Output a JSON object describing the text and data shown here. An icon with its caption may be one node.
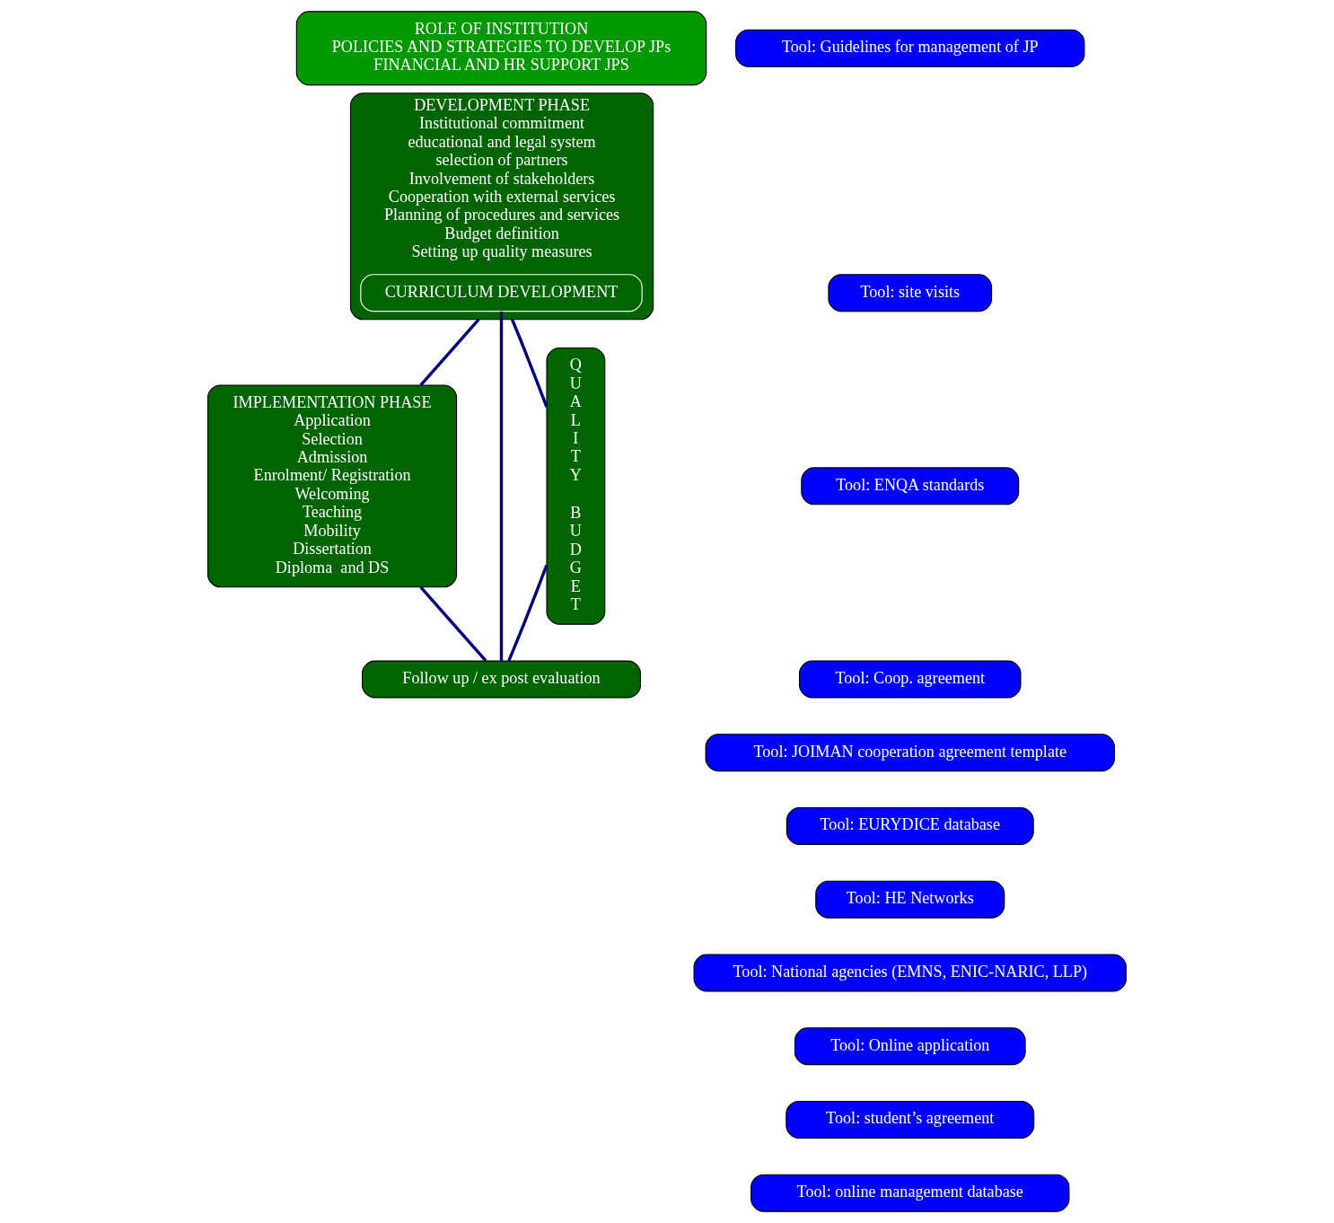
{
  "diagram": {
    "nodes": [
      {
        "text": [
          "ROLE OF INSTITUTION",
          "POLICIES AND STRATEGIES TO DEVELOP JPs",
          "FINANCIAL AND HR SUPPORT JPS"
        ]
      },
      {
        "text": [
          "DEVELOPMENT PHASE",
          "Institutional commitment",
          "educational and legal system",
          "selection of partners",
          "Involvement of stakeholders",
          "Cooperation with external services",
          "Planning of procedures and services",
          "Budget definition",
          "Setting up quality measures"
        ]
      },
      {
        "text": [
          "CURRICULUM DEVELOPMENT"
        ],
        "in": 1
      },
      {
        "text": [
          "IMPLEMENTATION PHASE",
          "Application",
          "Selection",
          "Admission",
          "Enrolment/ Registration",
          "Welcoming",
          "Teaching",
          "Mobility",
          "Dissertation",
          "Diploma  and DS"
        ]
      },
      {
        "text": [
          "Follow up / ex post evaluation"
        ]
      },
      {
        "text": [
          "QUALITY",
          "BUDGET"
        ]
      },
      {
        "text": [
          "Tool: Guidelines for management of JP"
        ]
      },
      {
        "text": [
          "Tool: site visits"
        ]
      },
      {
        "text": [
          "Tool: ENQA standards"
        ]
      },
      {
        "text": [
          "Tool: Coop. agreement"
        ]
      },
      {
        "text": [
          "Tool: JOIMAN cooperation agreement template"
        ]
      },
      {
        "text": [
          "Tool: EURYDICE database"
        ]
      },
      {
        "text": [
          "Tool: HE Networks"
        ]
      },
      {
        "text": [
          "Tool: National agencies (EMNS, ENIC-NARIC, LLP)"
        ]
      },
      {
        "text": [
          "Tool: Online application"
        ]
      },
      {
        "text": [
          "Tool: student’s agreement"
        ]
      },
      {
        "text": [
          "Tool: online management database"
        ]
      }
    ],
    "edges": [
      {
        "from": 2,
        "to": 4,
        "arrow": "none"
      },
      {
        "from": 1,
        "to": 3,
        "arrow": "none"
      },
      {
        "from": 3,
        "to": 4,
        "arrow": "none"
      },
      {
        "from": 1,
        "to": 5,
        "arrow": "none"
      },
      {
        "from": 5,
        "to": 4,
        "arrow": "none"
      }
    ]
  }
}
